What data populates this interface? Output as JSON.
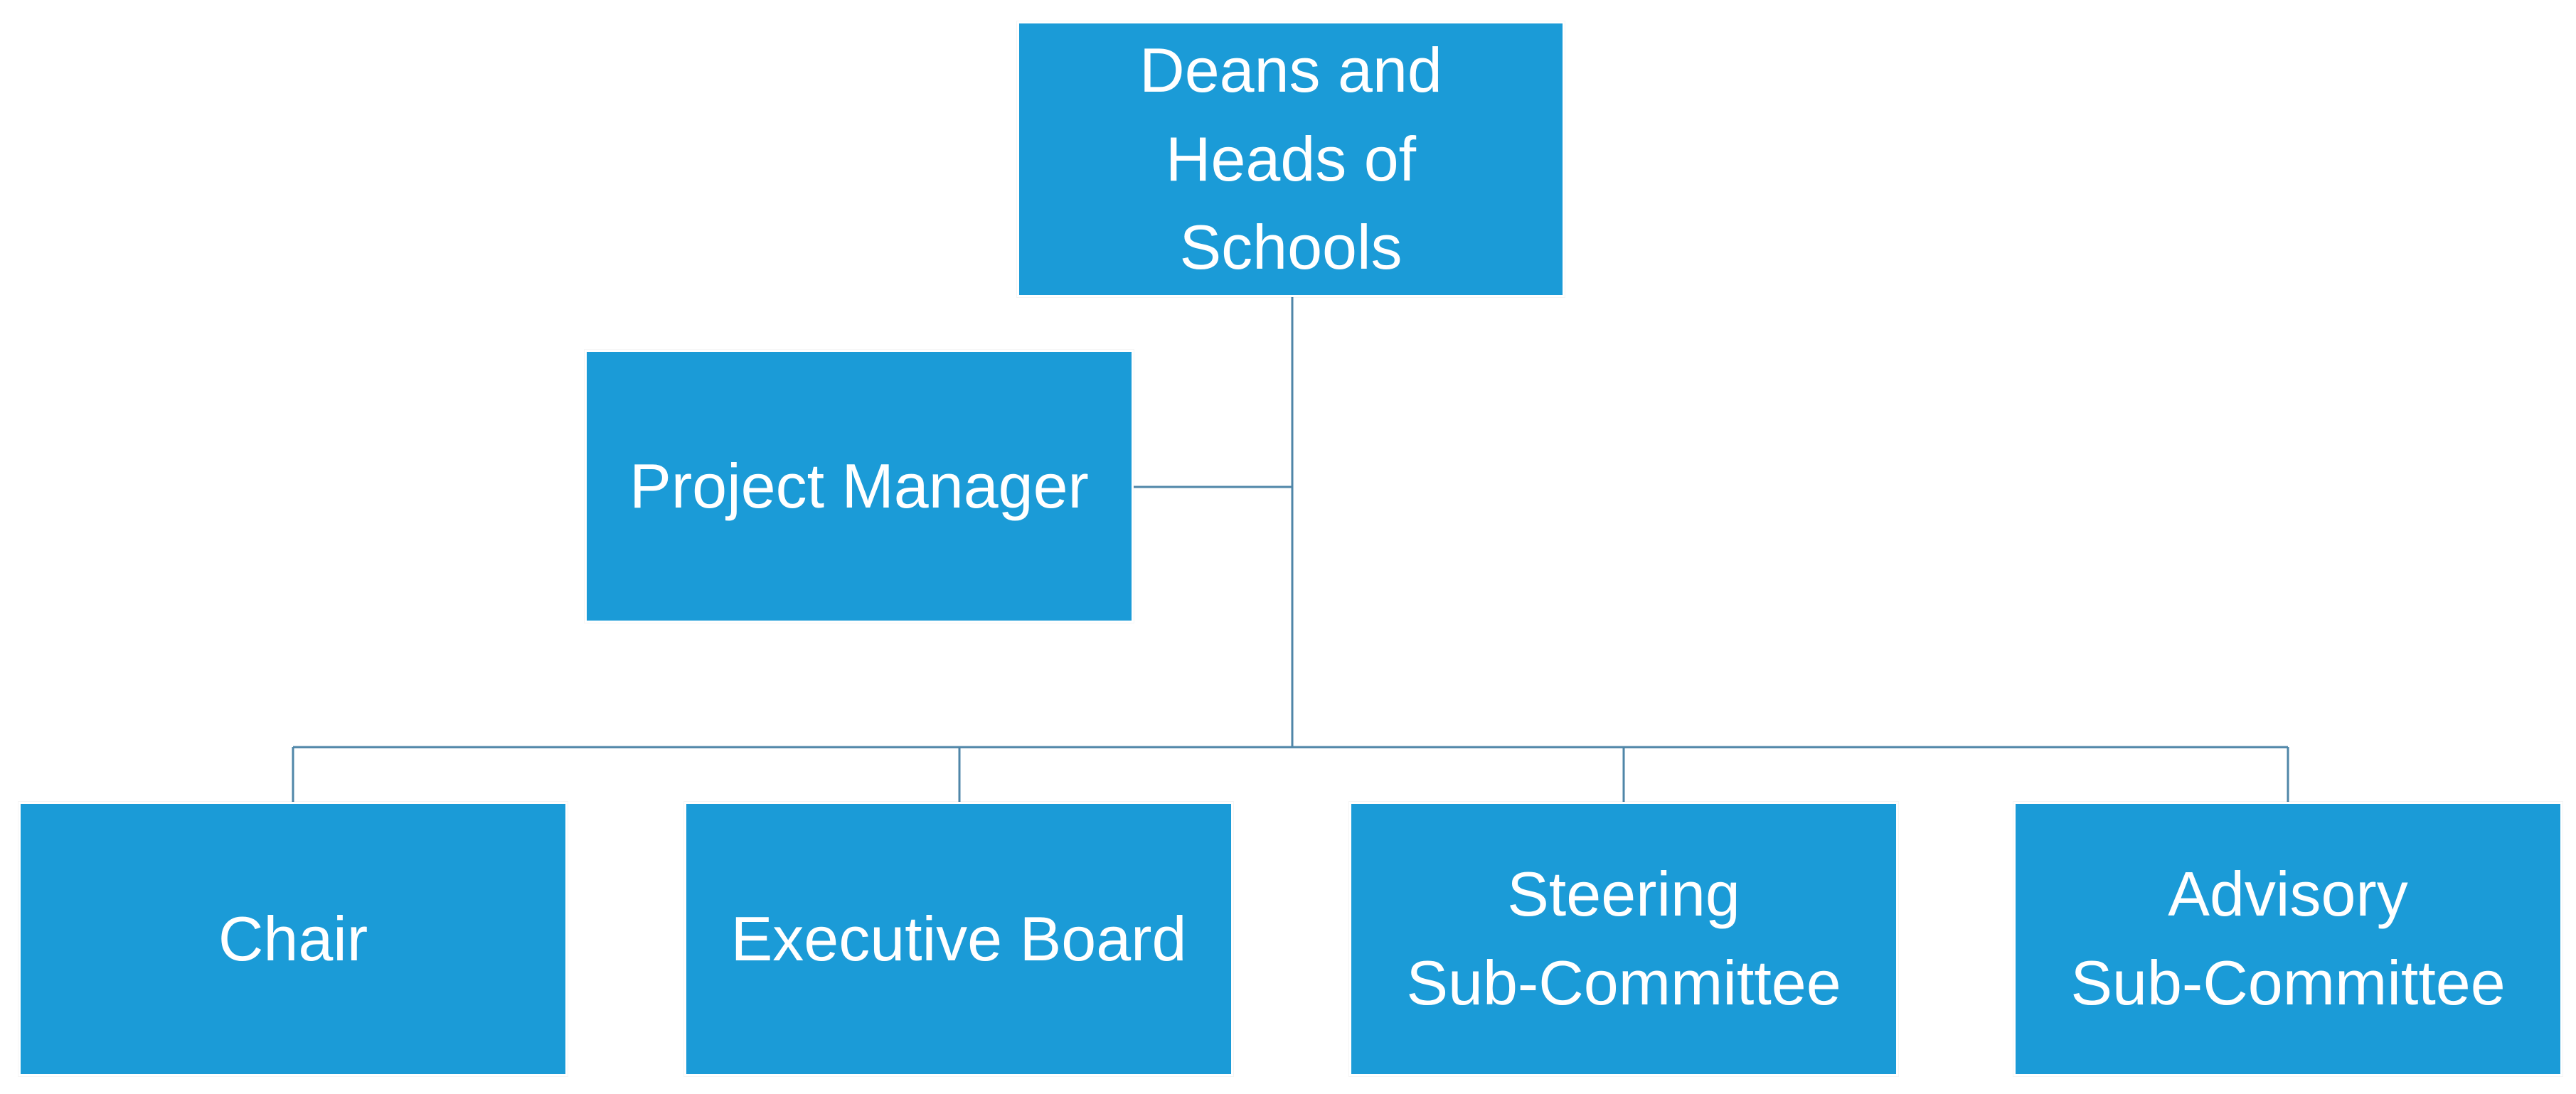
{
  "colors": {
    "box_fill": "#1b9bd7",
    "box_text": "#ffffff",
    "connector": "#4f86a8",
    "background": "#ffffff"
  },
  "nodes": {
    "deans": {
      "label": "Deans and\nHeads of\nSchools"
    },
    "project_manager": {
      "label": "Project Manager"
    },
    "chair": {
      "label": "Chair"
    },
    "executive_board": {
      "label": "Executive Board"
    },
    "steering": {
      "label": "Steering\nSub-Committee"
    },
    "advisory": {
      "label": "Advisory\nSub-Committee"
    }
  }
}
